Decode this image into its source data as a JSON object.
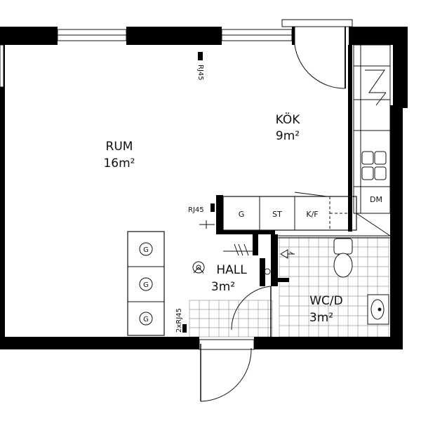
{
  "rooms": {
    "rum": {
      "name": "RUM",
      "area": "16m²"
    },
    "kok": {
      "name": "KÖK",
      "area": "9m²"
    },
    "hall": {
      "name": "HALL",
      "area": "3m²"
    },
    "wc": {
      "name": "WC/D",
      "area": "3m²"
    }
  },
  "outlets": {
    "rj45_top": "RJ45",
    "rj45_mid": "RJ45",
    "rj45_low": "2xRJ45"
  },
  "equipment": {
    "g": "G",
    "st": "ST",
    "kf": "K/F",
    "dm": "DM",
    "wardrobe": [
      "G",
      "G",
      "G"
    ]
  }
}
